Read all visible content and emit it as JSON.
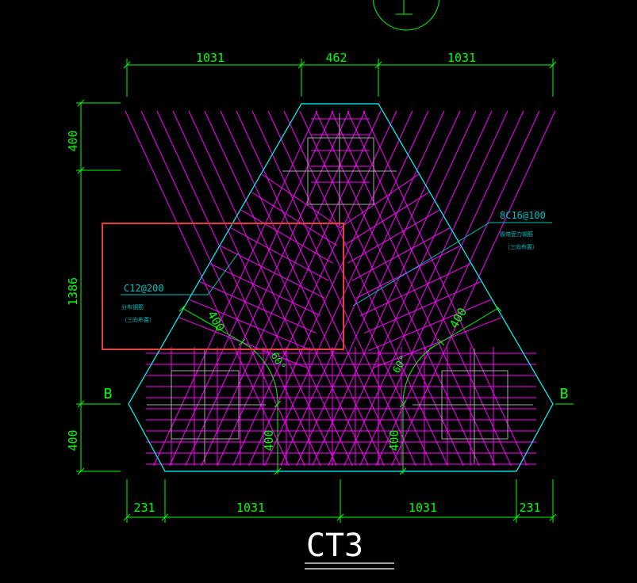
{
  "colors": {
    "background": "#000000",
    "dimension": "#00ff00",
    "outline": "#00ffff",
    "rebar": "#ff00ff",
    "pile": "#a8a8a8",
    "highlight": "#e83c3c",
    "title": "#ffffff"
  },
  "dimensions": {
    "top": [
      "1031",
      "462",
      "1031"
    ],
    "left": [
      "400",
      "1386",
      "400"
    ],
    "bottom": [
      "231",
      "1031",
      "1031",
      "231"
    ],
    "diagonal_left": "400",
    "diagonal_right": "400",
    "vertical_left": "400",
    "vertical_right": "400"
  },
  "angles": {
    "left": "60°",
    "right": "60°"
  },
  "section_markers": {
    "left": "B",
    "right": "B"
  },
  "rebar_callouts": {
    "left": {
      "label": "C12@200",
      "note1": "分布钢筋",
      "note2": "（三向布置）"
    },
    "right": {
      "label": "8C16@100",
      "note1": "板带受力钢筋",
      "note2": "（三向布置）"
    }
  },
  "title": "CT3"
}
